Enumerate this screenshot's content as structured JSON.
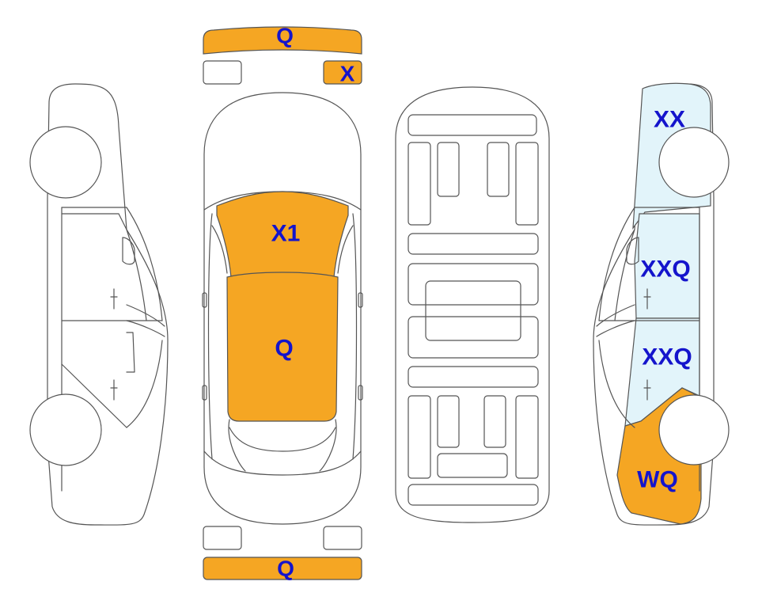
{
  "colors": {
    "damage_fill": "#F5A623",
    "light_fill": "#E2F4FA",
    "label": "#1414CC",
    "outline": "#555555"
  },
  "labels": {
    "front_bumper": "Q",
    "front_right_light": "X",
    "hood": "X1",
    "roof": "Q",
    "rear_bumper": "Q",
    "right_front_fender": "XX",
    "right_front_door": "XXQ",
    "right_rear_door": "XXQ",
    "right_rear_quarter": "WQ"
  }
}
